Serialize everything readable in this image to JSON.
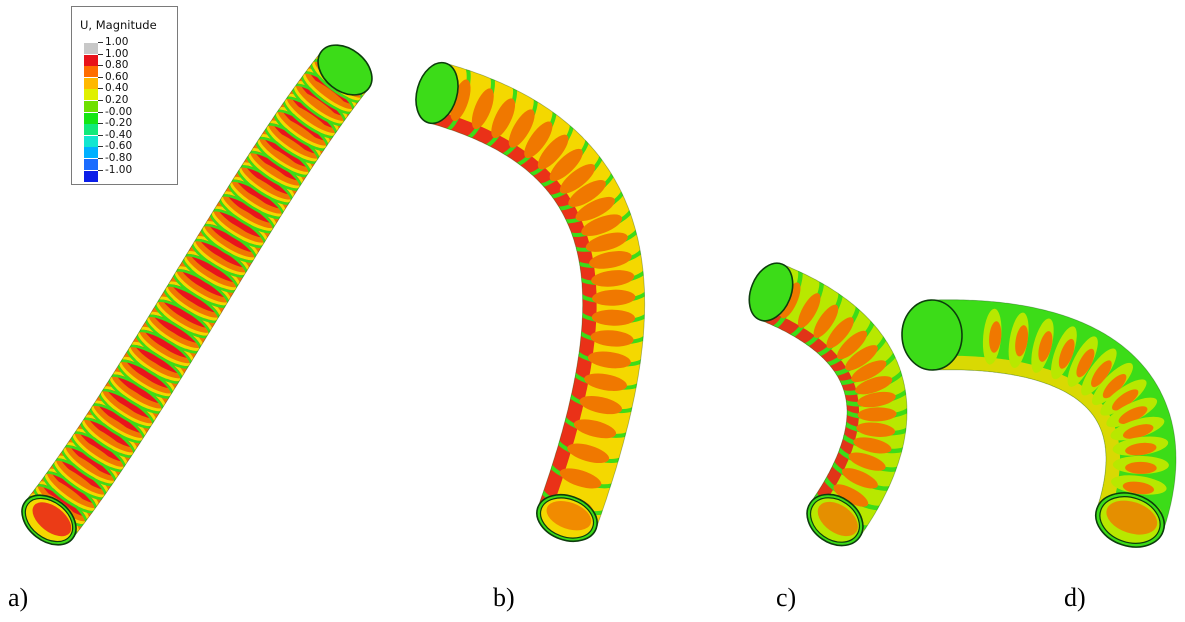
{
  "figure": {
    "panels": [
      {
        "label": "a)"
      },
      {
        "label": "b)"
      },
      {
        "label": "c)"
      },
      {
        "label": "d)"
      }
    ]
  },
  "legend": {
    "title": "U, Magnitude",
    "entries": [
      {
        "value": "1.00",
        "color": "#c8c8c8"
      },
      {
        "value": "1.00",
        "color": "#e8121a"
      },
      {
        "value": "0.80",
        "color": "#ff6d00"
      },
      {
        "value": "0.60",
        "color": "#ffb800"
      },
      {
        "value": "0.40",
        "color": "#e0f000"
      },
      {
        "value": "0.20",
        "color": "#6ee000"
      },
      {
        "value": "-0.00",
        "color": "#14e614"
      },
      {
        "value": "-0.20",
        "color": "#10ea7a"
      },
      {
        "value": "-0.40",
        "color": "#12e6d0"
      },
      {
        "value": "-0.60",
        "color": "#00b0ff"
      },
      {
        "value": "-0.80",
        "color": "#1a6cff"
      },
      {
        "value": "-1.00",
        "color": "#0b1ee8"
      }
    ]
  },
  "colors": {
    "red": "#e8141c",
    "orange": "#f07800",
    "yellow": "#f4d800",
    "yellowgreen": "#b8e800",
    "green": "#3cdc18",
    "darkgreen": "#1f9a12",
    "outline": "#0c3d0c"
  }
}
